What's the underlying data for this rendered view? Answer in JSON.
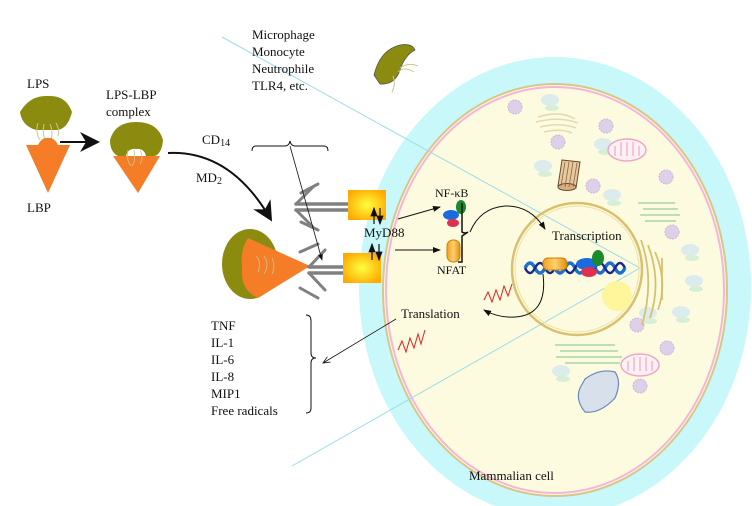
{
  "title": "LPS recognition and signalling in a mammalian cell",
  "labels": {
    "lps": "LPS",
    "lbp": "LBP",
    "complex_line1": "LPS-LBP",
    "complex_line2": "complex",
    "cd14_main": "CD",
    "cd14_sub": "14",
    "md2_main": "MD",
    "md2_sub": "2",
    "cell_types": [
      "Microphage",
      "Monocyte",
      "Neutrophile",
      "TLR4, etc."
    ],
    "myd88": "MyD88",
    "nfkb": "NF-κB",
    "nfat": "NFAT",
    "transcription": "Transcription",
    "translation": "Translation",
    "products": [
      "TNF",
      "IL-1",
      "IL-6",
      "IL-8",
      "MIP1",
      "Free radicals"
    ],
    "cell": "Mammalian cell"
  },
  "colors": {
    "lps_olive": "#8b8b10",
    "lbp_orange": "#f57d27",
    "cell_outer": "#c8f8fa",
    "cytoplasm": "#fdfbdf",
    "membrane_pink": "#f5b5d8",
    "membrane_tan": "#d8c68a",
    "receptor_yellow": "#ffc000",
    "mrna_red": "#e02020",
    "dna_blue": "#1a6fd0"
  }
}
